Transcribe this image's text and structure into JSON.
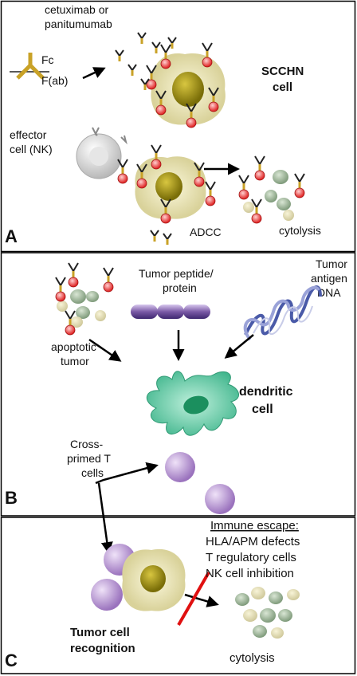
{
  "panel_a": {
    "letter": "A",
    "antibody_name_line1": "cetuximab or",
    "antibody_name_line2": "panitumumab",
    "fc_label": "Fc",
    "fab_label": "F(ab)",
    "cell_label_line1": "SCCHN",
    "cell_label_line2": "cell",
    "effector_line1": "effector",
    "effector_line2": "cell (NK)",
    "adcc_label": "ADCC",
    "cytolysis_label": "cytolysis"
  },
  "panel_b": {
    "letter": "B",
    "peptide_line1": "Tumor peptide/",
    "peptide_line2": "protein",
    "dna_line1": "Tumor",
    "dna_line2": "antigen",
    "dna_line3": "DNA",
    "apoptotic_line1": "apoptotic",
    "apoptotic_line2": "tumor",
    "dc_line1": "dendritic",
    "dc_line2": "cell",
    "tcell_line1": "Cross-",
    "tcell_line2": "primed T",
    "tcell_line3": "cells"
  },
  "panel_c": {
    "letter": "C",
    "escape_heading": "Immune escape:",
    "escape_items": [
      "HLA/APM defects",
      "T regulatory cells",
      "NK cell inhibition"
    ],
    "recognition_line1": "Tumor cell",
    "recognition_line2": "recognition",
    "cytolysis_label": "cytolysis"
  },
  "colors": {
    "tumor_cell": "#ece6b8",
    "nucleus": "#a89a1e",
    "red_dot": "#e83535",
    "antibody_gold": "#c9a227",
    "dendritic": "#4cbf99",
    "t_cell": "#b58fd0",
    "fragment_green": "#9fb59b",
    "peptide_purple": "#7a5aa6",
    "dna_blue": "#4a5aa8",
    "block_red": "#e01010"
  },
  "icons": [
    "antibody-icon",
    "tumor-cell-icon",
    "nk-cell-icon",
    "dendritic-cell-icon",
    "t-cell-icon",
    "peptide-chain-icon",
    "dna-helix-icon"
  ]
}
